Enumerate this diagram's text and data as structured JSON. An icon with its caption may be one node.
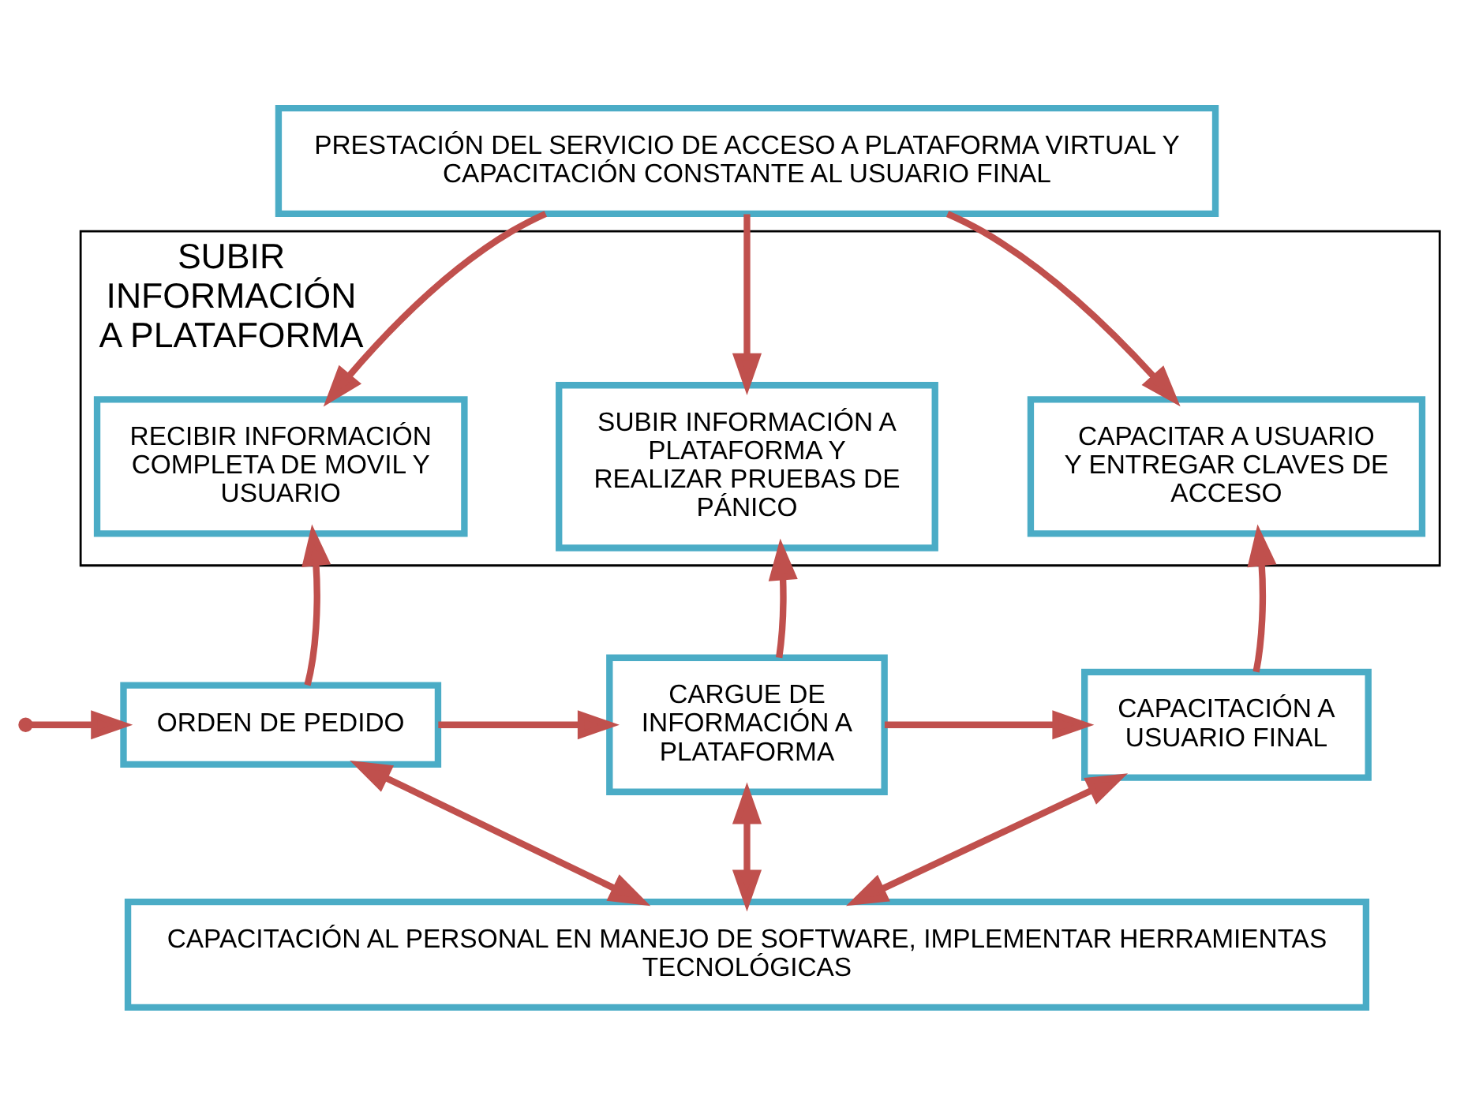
{
  "diagram": {
    "nodes": [
      {
        "text": [
          "PRESTACIÓN DEL SERVICIO DE ACCESO A PLATAFORMA VIRTUAL Y CAPACITACIÓN CONSTANTE AL USUARIO FINAL"
        ]
      },
      {
        "text": [
          "SUBIR INFORMACIÓN A PLATAFORMA"
        ]
      },
      {
        "text": [
          "RECIBIR INFORMACIÓN COMPLETA DE MOVIL Y USUARIO"
        ],
        "in": 1
      },
      {
        "text": [
          "SUBIR INFORMACIÓN A PLATAFORMA Y REALIZAR PRUEBAS DE PÁNICO"
        ],
        "in": 1
      },
      {
        "text": [
          "CAPACITAR A USUARIO Y ENTREGAR CLAVES DE ACCESO"
        ],
        "in": 1
      },
      {
        "text": [
          "ORDEN DE PEDIDO"
        ]
      },
      {
        "text": [
          "CARGUE DE INFORMACIÓN A PLATAFORMA"
        ]
      },
      {
        "text": [
          "CAPACITACIÓN A USUARIO FINAL"
        ]
      },
      {
        "text": [
          "CAPACITACIÓN AL PERSONAL EN MANEJO DE SOFTWARE, IMPLEMENTAR HERRAMIENTAS TECNOLÓGICAS"
        ]
      }
    ],
    "edges": [
      {
        "from": 0,
        "to": 2,
        "arrow": "to"
      },
      {
        "from": 0,
        "to": 3,
        "arrow": "to"
      },
      {
        "from": 0,
        "to": 4,
        "arrow": "to"
      },
      {
        "from": 5,
        "to": 2,
        "arrow": "to"
      },
      {
        "from": 6,
        "to": 3,
        "arrow": "to"
      },
      {
        "from": 7,
        "to": 4,
        "arrow": "to"
      },
      {
        "from": null,
        "to": 5,
        "arrow": "to"
      },
      {
        "from": 5,
        "to": 6,
        "arrow": "to"
      },
      {
        "from": 6,
        "to": 7,
        "arrow": "to"
      },
      {
        "from": 5,
        "to": 8,
        "arrow": "both"
      },
      {
        "from": 6,
        "to": 8,
        "arrow": "both"
      },
      {
        "from": 7,
        "to": 8,
        "arrow": "both"
      }
    ]
  }
}
